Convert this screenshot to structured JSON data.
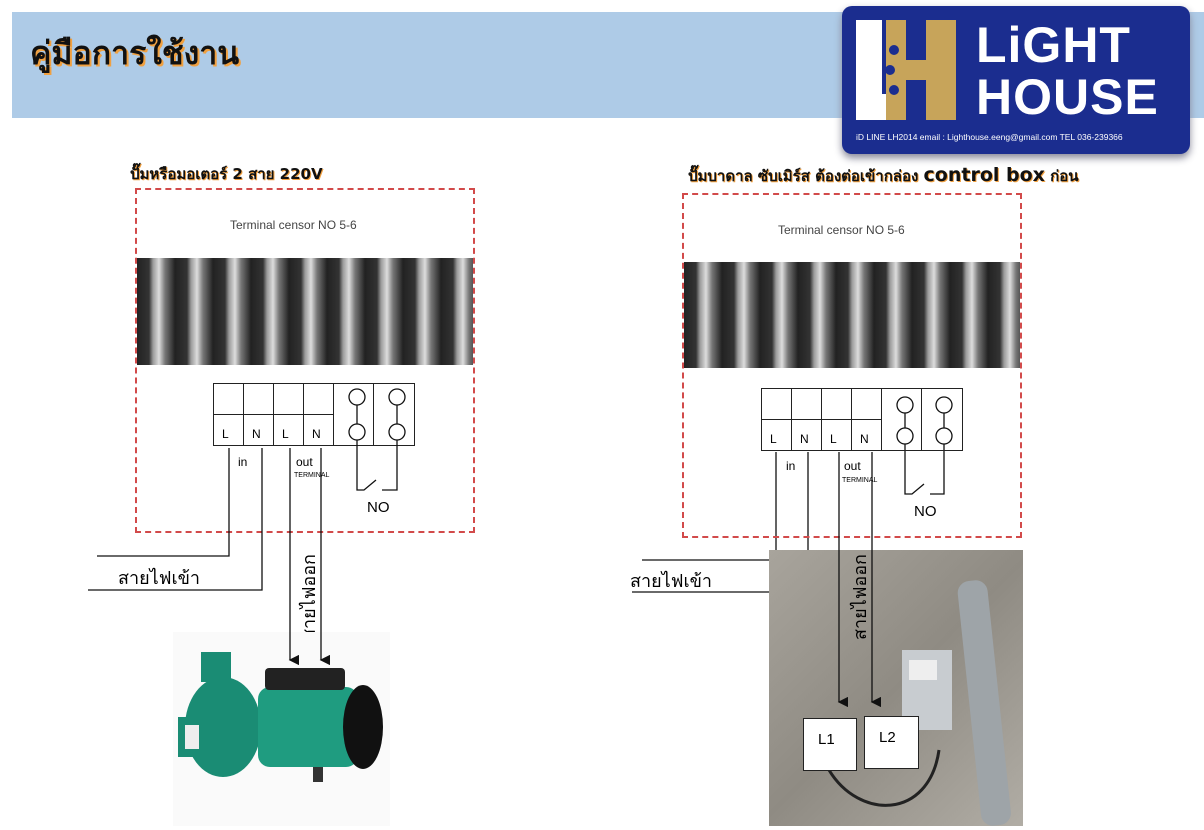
{
  "header": {
    "title": "คู่มือการใช้งาน"
  },
  "logo": {
    "line1": "LiGHT",
    "line2": "HOUSE",
    "contact": "iD LINE LH2014    email :  Lighthouse.eeng@gmail.com   TEL 036-239366"
  },
  "left": {
    "subtitle": "ปั๊มหรือมอเตอร์ 2 สาย 220V",
    "terminal_caption": "Terminal censor  NO  5-6",
    "cells": [
      "L",
      "N",
      "L",
      "N"
    ],
    "in": "in",
    "out": "out",
    "terminal": "TERMINAL",
    "no": "NO",
    "wire_in": "สายไฟเข้า",
    "wire_out": "สายไฟออก"
  },
  "right": {
    "subtitle_a": "ปั๊มบาดาล ซับเมิร์ส ต้องต่อเข้ากล่อง ",
    "subtitle_b": "control box",
    "subtitle_c": " ก่อน",
    "terminal_caption": "Terminal censor  NO  5-6",
    "cells": [
      "L",
      "N",
      "L",
      "N"
    ],
    "in": "in",
    "out": "out",
    "terminal": "TERMINAL",
    "no": "NO",
    "wire_in": "สายไฟเข้า",
    "wire_out": "สายไฟออก",
    "l1": "L1",
    "l2": "L2"
  },
  "colors": {
    "header_bg": "#aecbe7",
    "logo_bg": "#1b2d8f",
    "dash": "#d24a4a",
    "pump": "#1a8c74"
  }
}
